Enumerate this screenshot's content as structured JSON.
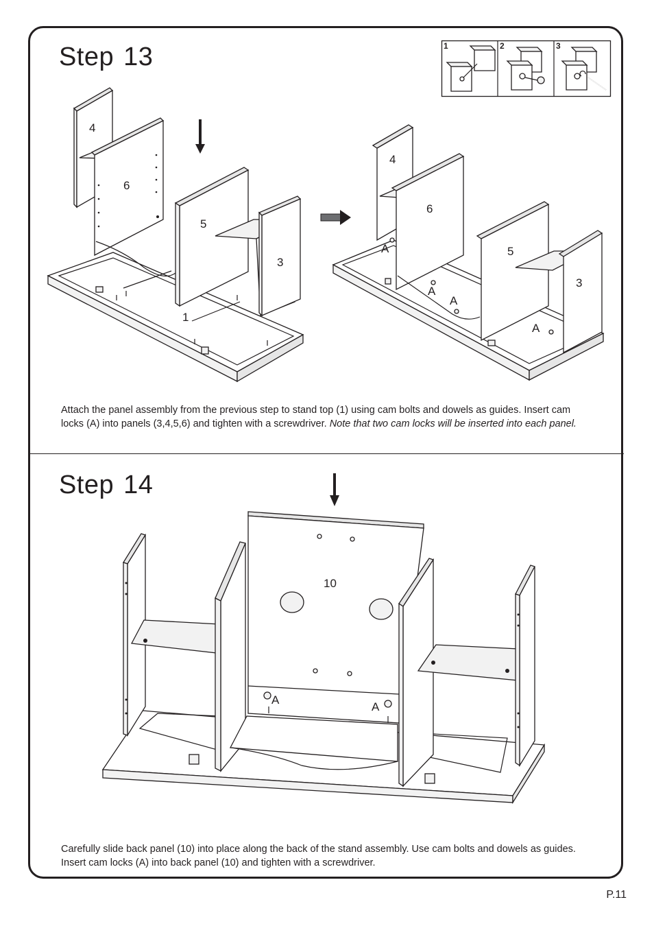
{
  "step13": {
    "word": "Step",
    "number": "13",
    "inset_labels": [
      "1",
      "2",
      "3"
    ],
    "panel_labels": {
      "p4": "4",
      "p6": "6",
      "p5": "5",
      "p3": "3",
      "p1": "1"
    },
    "cam_lock_label": "A",
    "instruction_main": "Attach the panel assembly from the previous step to stand top (1) using cam bolts and dowels as guides. Insert cam locks (A) into panels (3,4,5,6) and tighten with a screwdriver. ",
    "instruction_note": "Note that two cam locks will be inserted into each panel."
  },
  "step14": {
    "word": "Step",
    "number": "14",
    "panel_label": "10",
    "cam_lock_label": "A",
    "instruction": "Carefully slide back panel (10) into place along the back of the stand assembly. Use cam bolts and dowels as guides. Insert cam locks (A) into back panel (10) and tighten with a screwdriver."
  },
  "page_number": "P.11"
}
